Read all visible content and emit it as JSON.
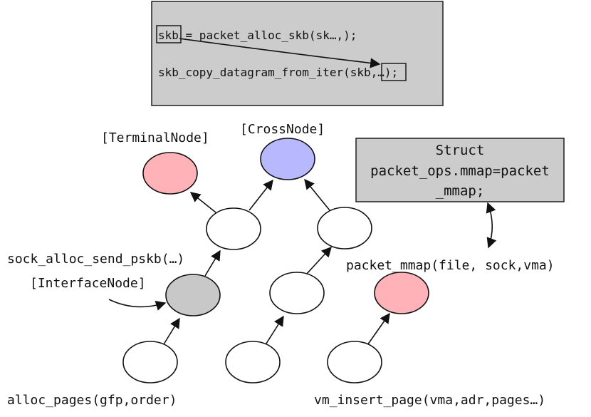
{
  "code_box": {
    "line1": {
      "var": "skb",
      "rest": " = packet_alloc_skb(sk…,);"
    },
    "line2": {
      "prefix": "skb_copy_datagram_from_iter(",
      "var": "skb",
      "suffix": ",…);"
    }
  },
  "node_labels": {
    "terminal": "[TerminalNode]",
    "cross": "[CrossNode]",
    "interface": "[InterfaceNode]"
  },
  "function_labels": {
    "sock_alloc": "sock_alloc_send_pskb(…)",
    "packet_mmap": "packet_mmap(file, sock,vma)",
    "alloc_pages": "alloc_pages(gfp,order)",
    "vm_insert_page": "vm_insert_page(vma,adr,pages…)"
  },
  "struct_box": {
    "line1": "Struct",
    "line2": "packet_ops.mmap=packet",
    "line3": "_mmap;"
  },
  "colors": {
    "terminal_node": "#ffb3b8",
    "cross_node": "#b8b8ff",
    "interface_node": "#c8c8c8",
    "plain_node": "#ffffff",
    "box_fill": "#cccccc"
  }
}
